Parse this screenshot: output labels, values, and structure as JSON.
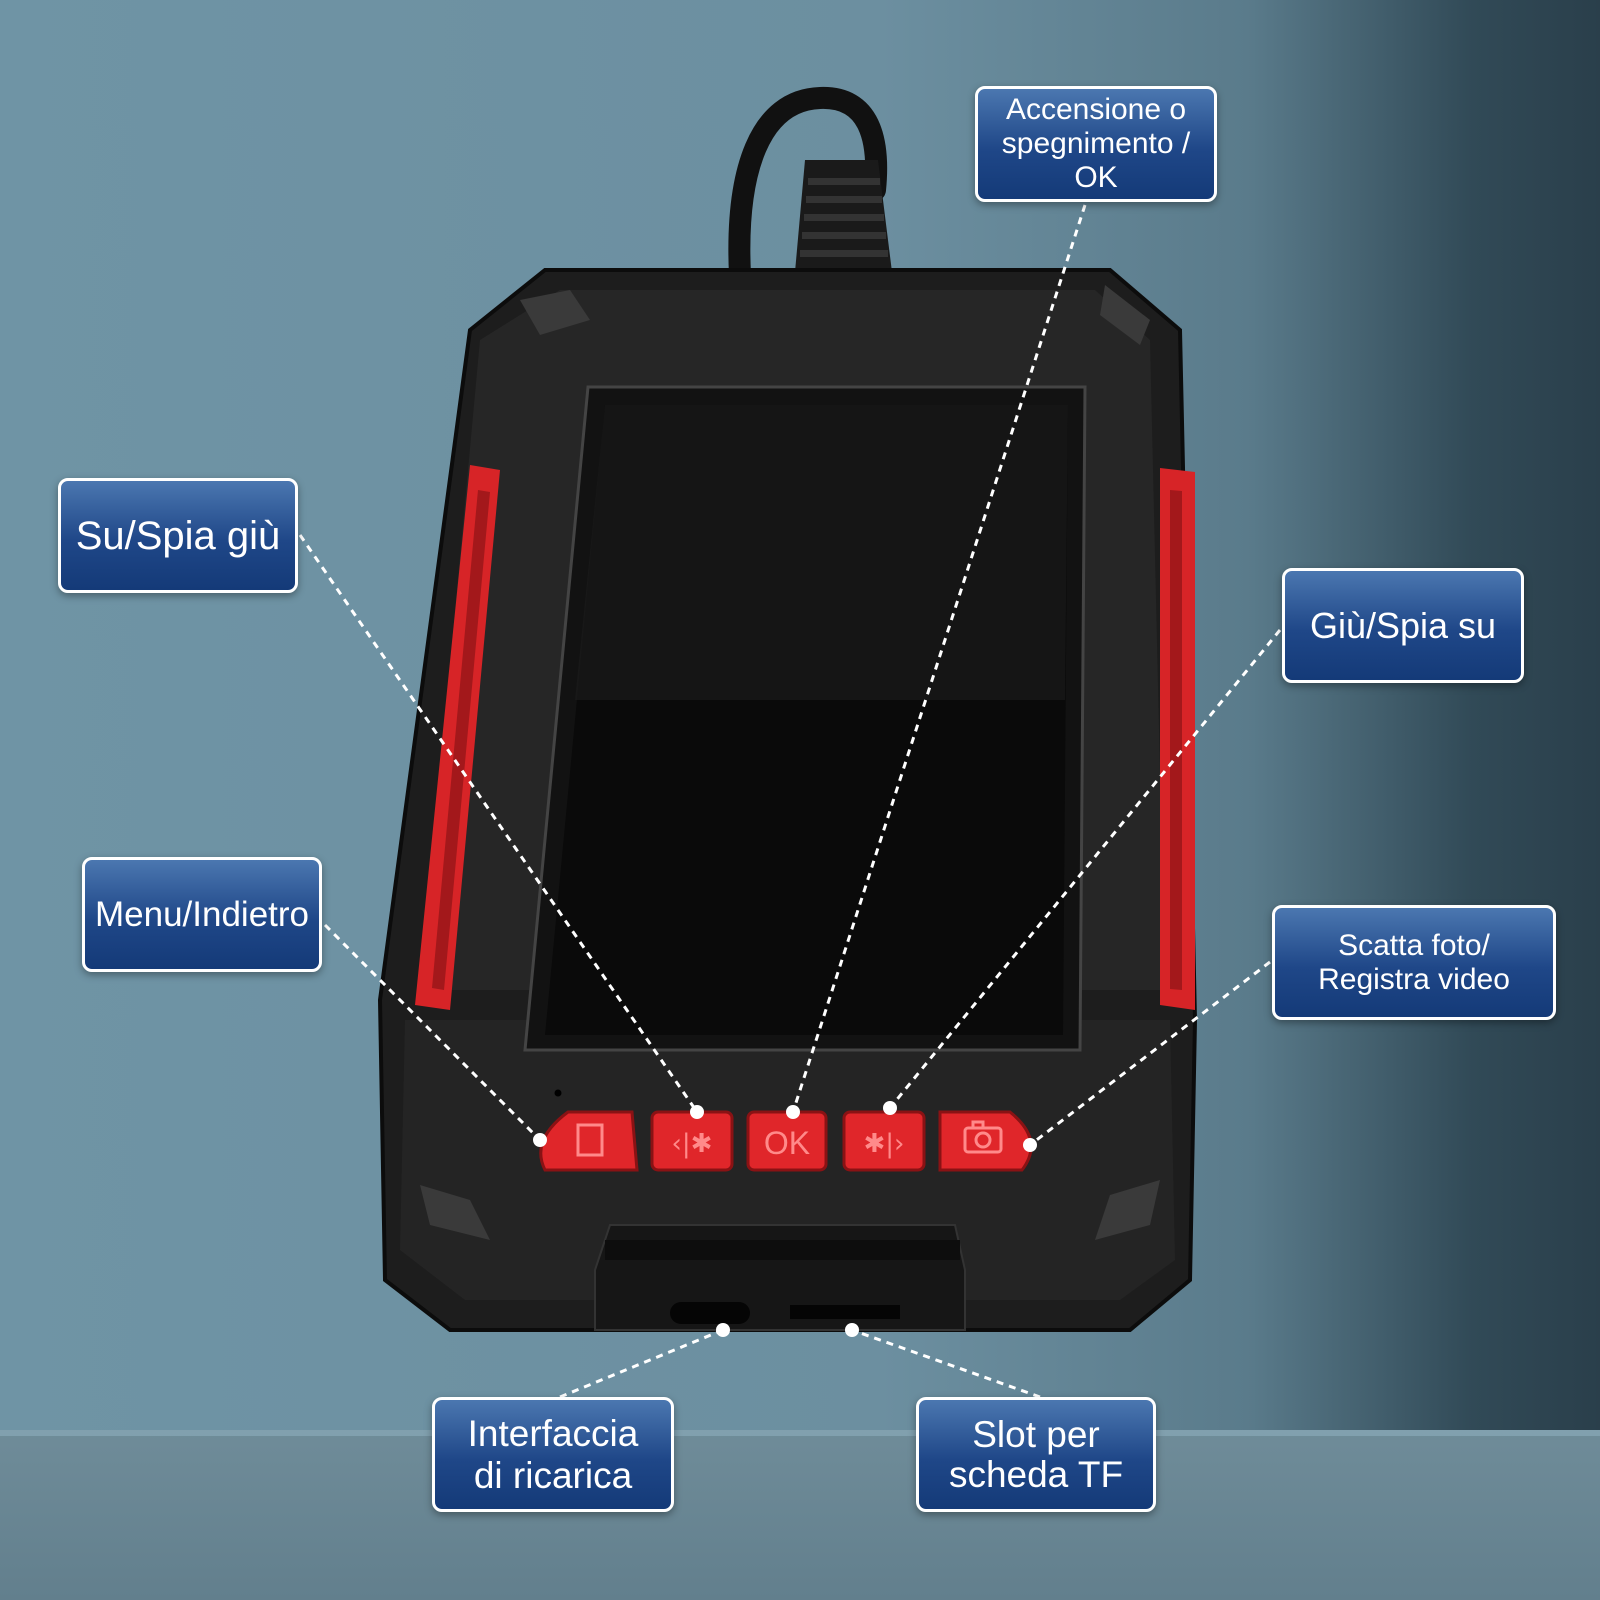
{
  "colors": {
    "callout_fill": "#1f4788",
    "callout_border": "#ffffff",
    "device_body": "#1c1c1c",
    "device_accent_red": "#e0262a",
    "leader_line": "#ffffff"
  },
  "device": {
    "name_icon": "endoscope-camera-monitor",
    "buttons": [
      {
        "icon": "menu-icon",
        "label": ""
      },
      {
        "icon": "brightness-down-icon",
        "label": ""
      },
      {
        "icon": "ok-icon",
        "label": "OK"
      },
      {
        "icon": "brightness-up-icon",
        "label": ""
      },
      {
        "icon": "camera-icon",
        "label": ""
      }
    ]
  },
  "callouts": {
    "su_spia_giu": "Su/Spia giù",
    "accensione": "Accensione o\nspegnimento / OK",
    "giu_spia_su": "Giù/Spia su",
    "menu_indietro": "Menu/Indietro",
    "scatta_foto": "Scatta foto/\nRegistra video",
    "interfaccia": "Interfaccia\ndi ricarica",
    "slot_tf": "Slot per\nscheda TF"
  }
}
